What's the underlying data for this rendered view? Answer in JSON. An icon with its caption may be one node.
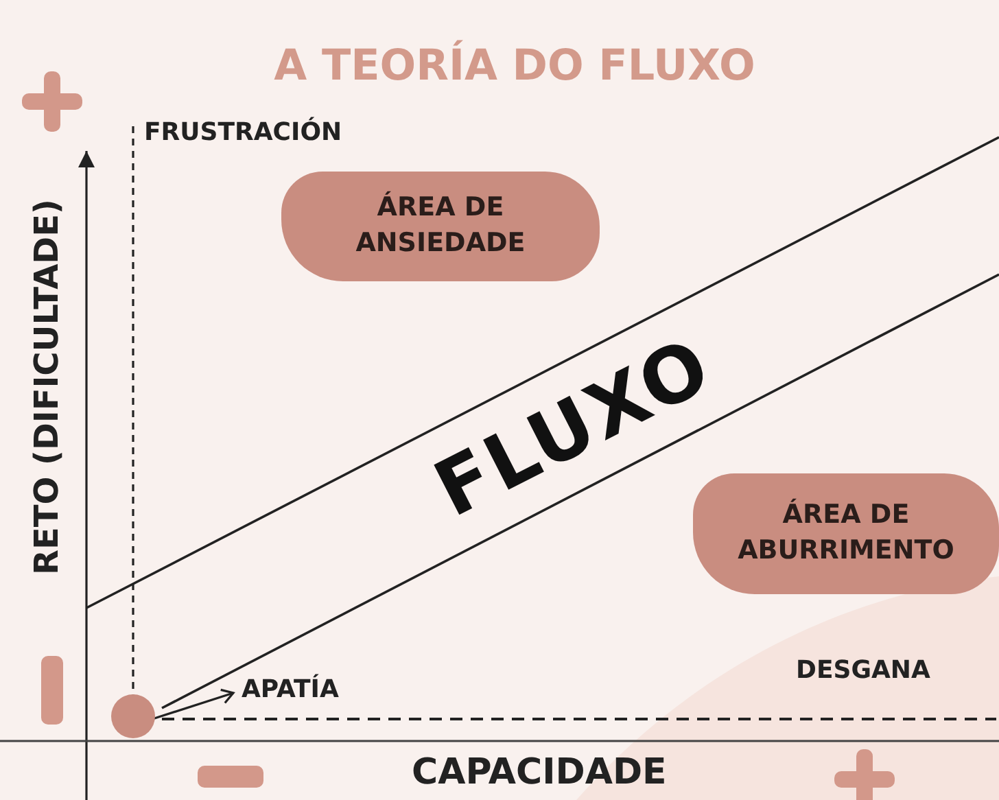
{
  "diagram": {
    "title": "A TEORÍA DO FLUXO",
    "nodes": [
      {
        "text": [
          "ÁREA DE ANSIEDADE"
        ]
      },
      {
        "text": [
          "ÁREA DE ABURRIMENTO"
        ]
      },
      {
        "text": [],
        "shape": "circle"
      },
      {
        "text": [
          "APATÍA"
        ]
      }
    ],
    "edges": [
      {
        "from": 2,
        "to": 3,
        "arrow": "to"
      }
    ],
    "labels": [
      "FRUSTRACIÓN",
      "RETO (DIFICULTADE)",
      "FLUXO",
      "DESGANA",
      "CAPACIDADE"
    ]
  }
}
